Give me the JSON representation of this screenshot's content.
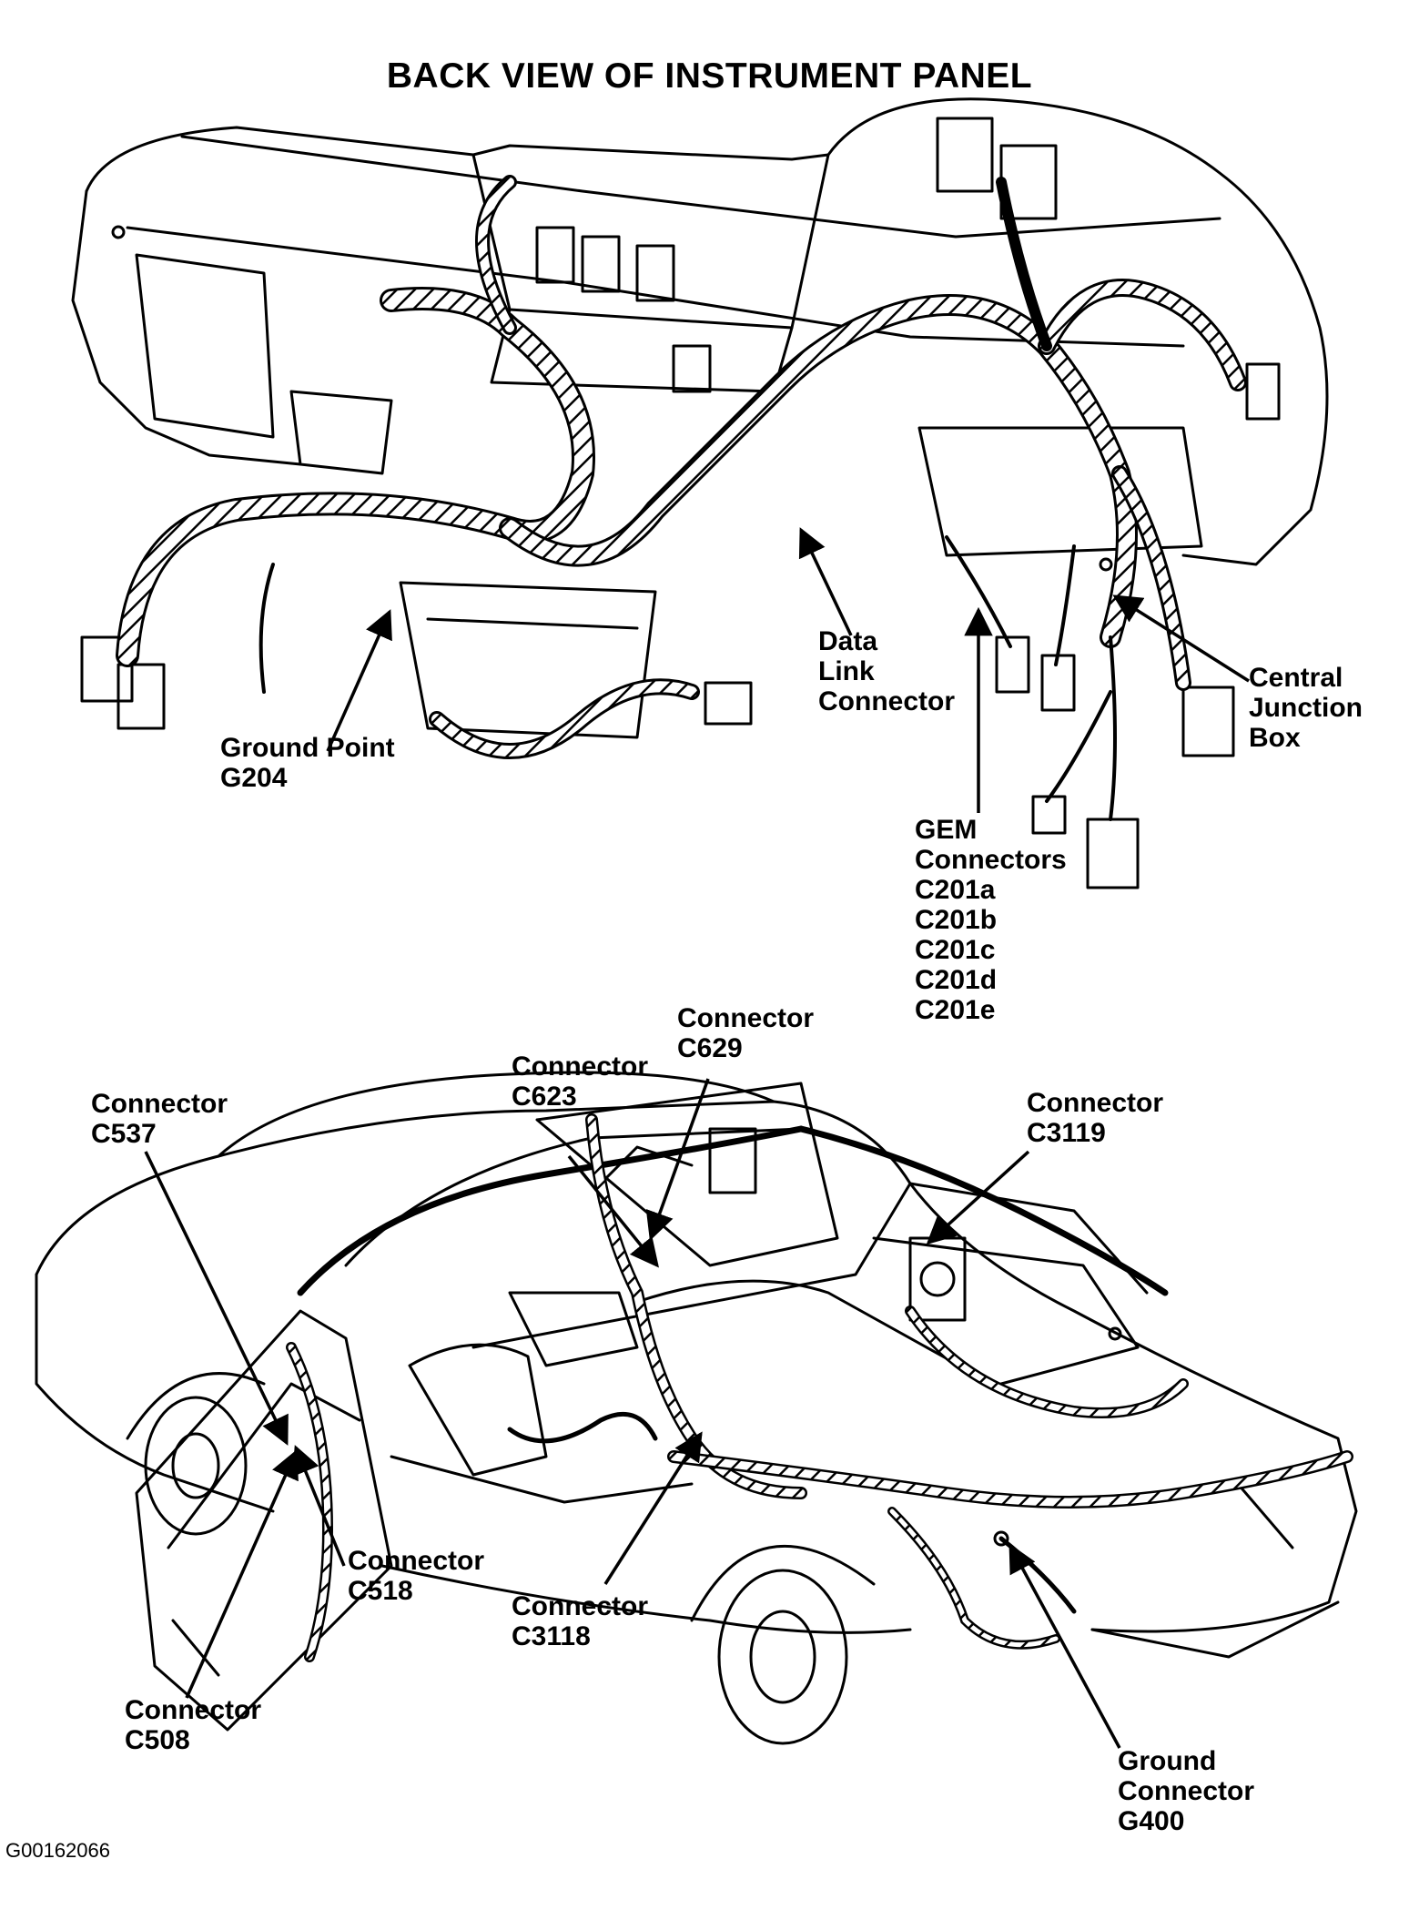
{
  "title": "BACK VIEW OF INSTRUMENT PANEL",
  "figure_id": "G00162066",
  "instrument_panel_labels": {
    "ground_point": [
      "Ground Point",
      "G204"
    ],
    "data_link": [
      "Data",
      "Link",
      "Connector"
    ],
    "central_junction": [
      "Central",
      "Junction",
      "Box"
    ],
    "gem": [
      "GEM",
      "Connectors",
      "C201a",
      "C201b",
      "C201c",
      "C201d",
      "C201e"
    ]
  },
  "vehicle_labels": {
    "c537": [
      "Connector",
      "C537"
    ],
    "c623": [
      "Connector",
      "C623"
    ],
    "c629": [
      "Connector",
      "C629"
    ],
    "c3119": [
      "Connector",
      "C3119"
    ],
    "c518": [
      "Connector",
      "C518"
    ],
    "c3118": [
      "Connector",
      "C3118"
    ],
    "c508": [
      "Connector",
      "C508"
    ],
    "g400": [
      "Ground",
      "Connector",
      "G400"
    ]
  }
}
